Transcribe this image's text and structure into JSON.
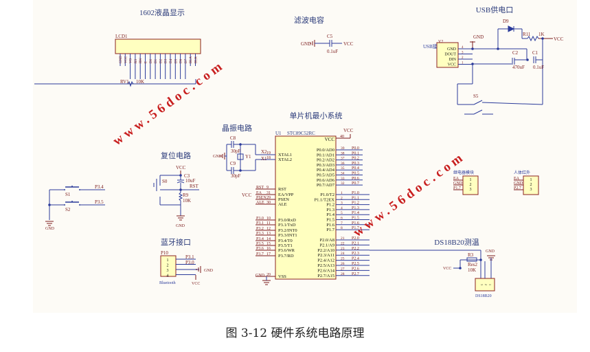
{
  "colors": {
    "wire": "#2a3a9a",
    "label": "#7a1a1a",
    "part_fill": "#ffffc0",
    "part_border": "#8b2020",
    "title": "#2a3a7a",
    "watermark": "#c81e1e",
    "sheet": "#fdfbf6"
  },
  "watermark": "www.56doc.com",
  "caption": "图 3-12  硬件系统电路原理",
  "lcd": {
    "title": "1602液晶显示",
    "ref": "LCD1",
    "pins": [
      "GND",
      "VCC",
      "VO",
      "RS",
      "RW",
      "E",
      "D0",
      "D1",
      "D2",
      "D3",
      "D4",
      "D5",
      "D6",
      "D7",
      "BLA",
      "BLK"
    ],
    "rv": "RV1",
    "rv_value": "10K"
  },
  "filter": {
    "title": "滤波电容",
    "ref": "C5",
    "value": "0.1uF",
    "gnd": "GND",
    "vcc": "VCC"
  },
  "usb": {
    "title": "USB供电口",
    "ref": "V2",
    "label": "USB接",
    "pins": [
      "GND",
      "DOUT",
      "DIN",
      "VCC"
    ],
    "pin_nums": [
      "4",
      "3",
      "2",
      "1"
    ],
    "gnd": "GND",
    "diode": "D9",
    "r": "R11",
    "r_value": "1K",
    "vcc": "VCC",
    "c2": "C2",
    "c2_value": "470uF",
    "c1": "C1",
    "c1_value": "0.1uF",
    "switch": "S5"
  },
  "crystal": {
    "title": "晶振电路",
    "c8": "C8",
    "c8_value": "30pF",
    "c9": "C9",
    "c9_value": "30pF",
    "y": "Y1",
    "gnd": "GND",
    "x2": "X2",
    "x2_pin": "19",
    "x1": "X1",
    "x1_pin": "18"
  },
  "reset": {
    "title": "复位电路",
    "vcc": "VCC",
    "c": "C3",
    "c_value": "10uF",
    "switch": "S0",
    "rst": "RST",
    "r": "R9",
    "r_value": "10K",
    "gnd": "GND"
  },
  "keys": {
    "s1": "S1",
    "s2": "S2",
    "net1": "P3.4",
    "net2": "P3.5",
    "gnd": "GND"
  },
  "bluetooth": {
    "title": "蓝牙接口",
    "ref": "P10",
    "pins": [
      "1",
      "2",
      "3",
      "4"
    ],
    "nets": [
      "P3.1",
      "P3.0"
    ],
    "gnd": "GND",
    "vcc": "VCC",
    "name": "Bluetooth"
  },
  "mcu": {
    "title": "单片机最小系统",
    "ref": "U1",
    "part": "STC89C52RC",
    "vcc": "VCC",
    "vcc_pin": "40",
    "vcc_label": "VCC",
    "left": [
      {
        "num": "19",
        "name": "XTAL1",
        "net": ""
      },
      {
        "num": "18",
        "name": "XTAL2",
        "net": ""
      },
      {
        "num": "9",
        "name": "RST",
        "net": "RST"
      },
      {
        "num": "31",
        "name": "EA/VPP",
        "net": "EA"
      },
      {
        "num": "29",
        "name": "PSEN",
        "net": "PSEN"
      },
      {
        "num": "30",
        "name": "ALE",
        "net": "ALE"
      },
      {
        "num": "10",
        "name": "P3.0/RxD",
        "net": "P3.0"
      },
      {
        "num": "11",
        "name": "P3.1/TxD",
        "net": "P3.1"
      },
      {
        "num": "12",
        "name": "P3.2/INT0",
        "net": "P3.2"
      },
      {
        "num": "13",
        "name": "P3.3/INT1",
        "net": "P3.3"
      },
      {
        "num": "14",
        "name": "P3.4/T0",
        "net": "P3.4"
      },
      {
        "num": "15",
        "name": "P3.5/T1",
        "net": "P3.5"
      },
      {
        "num": "16",
        "name": "P3.6/WR",
        "net": "P3.6"
      },
      {
        "num": "17",
        "name": "P3.7/RD",
        "net": "P3.7"
      },
      {
        "num": "20",
        "name": "VSS",
        "net": "GND"
      }
    ],
    "ea_vcc": "VCC",
    "right": [
      {
        "num": "39",
        "name": "P0.0/AD0",
        "net": "P0.0"
      },
      {
        "num": "38",
        "name": "P0.1/AD1",
        "net": "P0.1"
      },
      {
        "num": "37",
        "name": "P0.2/AD2",
        "net": "P0.2"
      },
      {
        "num": "36",
        "name": "P0.3/AD3",
        "net": "P0.3"
      },
      {
        "num": "35",
        "name": "P0.4/AD4",
        "net": "P0.4"
      },
      {
        "num": "34",
        "name": "P0.5/AD5",
        "net": "P0.5"
      },
      {
        "num": "33",
        "name": "P0.6/AD6",
        "net": "P0.6"
      },
      {
        "num": "32",
        "name": "P0.7/AD7",
        "net": "P0.7"
      },
      {
        "num": "1",
        "name": "P1.0/T2",
        "net": "P1.0"
      },
      {
        "num": "2",
        "name": "P1.1/T2EX",
        "net": "P1.1"
      },
      {
        "num": "3",
        "name": "P1.2",
        "net": "P1.2"
      },
      {
        "num": "4",
        "name": "P1.3",
        "net": "P1.3"
      },
      {
        "num": "5",
        "name": "P1.4",
        "net": "P1.4"
      },
      {
        "num": "6",
        "name": "P1.5",
        "net": "P1.5"
      },
      {
        "num": "7",
        "name": "P1.6",
        "net": "P1.6"
      },
      {
        "num": "8",
        "name": "P1.7",
        "net": "P1.7"
      },
      {
        "num": "21",
        "name": "P2.0/A8",
        "net": "P2.0"
      },
      {
        "num": "22",
        "name": "P2.1/A9",
        "net": "P2.1"
      },
      {
        "num": "23",
        "name": "P2.2/A10",
        "net": "P2.2"
      },
      {
        "num": "24",
        "name": "P2.3/A11",
        "net": "P2.3"
      },
      {
        "num": "25",
        "name": "P2.4/A12",
        "net": "P2.4"
      },
      {
        "num": "26",
        "name": "P2.5/A13",
        "net": "P2.5"
      },
      {
        "num": "27",
        "name": "P2.6/A14",
        "net": "P2.6"
      },
      {
        "num": "28",
        "name": "P2.7/A15",
        "net": "P2.7"
      }
    ]
  },
  "relay": {
    "title": "继电器模块",
    "nets": [
      "EA",
      "GND",
      "P1.7"
    ],
    "pins": [
      "1",
      "2",
      "3"
    ]
  },
  "pir": {
    "title": "人体红外",
    "nets": [
      "EA",
      "GND",
      "P2.7"
    ],
    "pins": [
      "1",
      "2",
      "3"
    ]
  },
  "ds18b20": {
    "title": "DS18B20测温",
    "r": "R3",
    "r_type": "Res2",
    "r_value": "10K",
    "vcc": "VCC",
    "gnd": "GND",
    "name": "DS18B20",
    "pins": [
      "3",
      "2",
      "1"
    ]
  }
}
